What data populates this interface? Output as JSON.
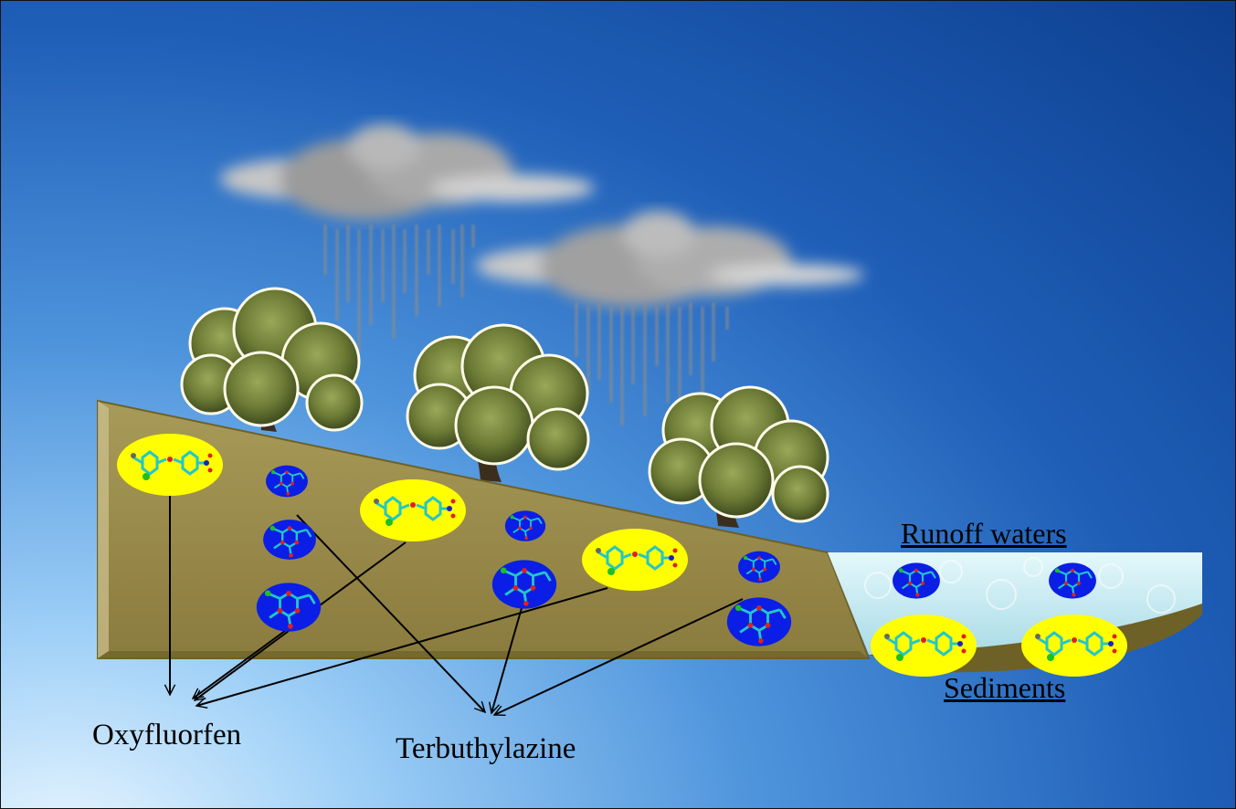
{
  "labels": {
    "runoff_waters": "Runoff waters",
    "sediments": "Sediments",
    "oxyfluorfen": "Oxyfluorfen",
    "terbuthylazine": "Terbuthylazine"
  },
  "colors": {
    "soil": "#9a8a4a",
    "oxyfluorfen_molecule_bg": "#ffff00",
    "terbuthylazine_molecule_bg": "#0a1ee6",
    "cloud": "#9a9a9a",
    "tree_foliage": "#6f7d3a",
    "water": "#cfeef5",
    "arrow": "#000000"
  },
  "icons": {
    "cloud": "rain-cloud-icon",
    "tree": "olive-tree-icon",
    "oxyfluorfen_molecule": "oxyfluorfen-molecule-icon",
    "terbuthylazine_molecule": "terbuthylazine-molecule-icon"
  }
}
